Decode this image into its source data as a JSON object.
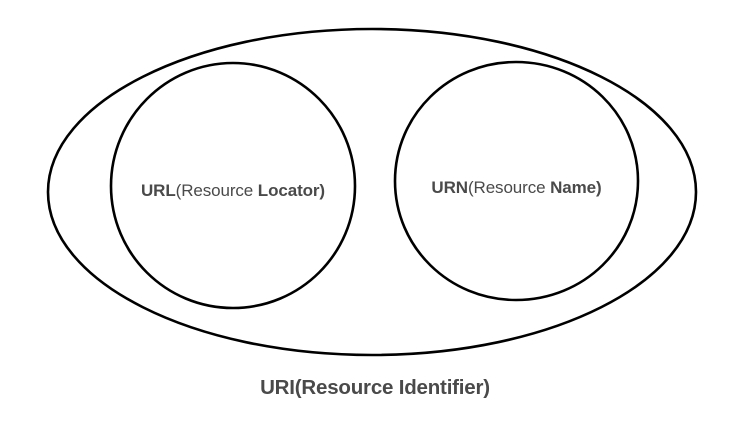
{
  "diagram": {
    "type": "venn-containment",
    "title": "URI(Resource Identifier)",
    "background_color": "#ffffff",
    "stroke_color": "#000000",
    "text_color": "#4a4a4a",
    "outer_set": {
      "name": "outer-set-uri",
      "abbr": "URI",
      "paren_open": "(",
      "expansion_plain": "Resource ",
      "expansion_strong": "Identifier)",
      "caption": "URI(Resource Identifier)",
      "shape": "ellipse"
    },
    "inner_sets": [
      {
        "name": "inner-set-url",
        "abbr": "URL",
        "paren_open": "(",
        "expansion_plain": "Resource ",
        "expansion_strong": "Locator)",
        "full_label": "URL(Resource Locator)",
        "shape": "ellipse"
      },
      {
        "name": "inner-set-urn",
        "abbr": "URN",
        "paren_open": "(",
        "expansion_plain": "Resource ",
        "expansion_strong": "Name)",
        "full_label": "URN(Resource Name)",
        "shape": "ellipse"
      }
    ]
  }
}
